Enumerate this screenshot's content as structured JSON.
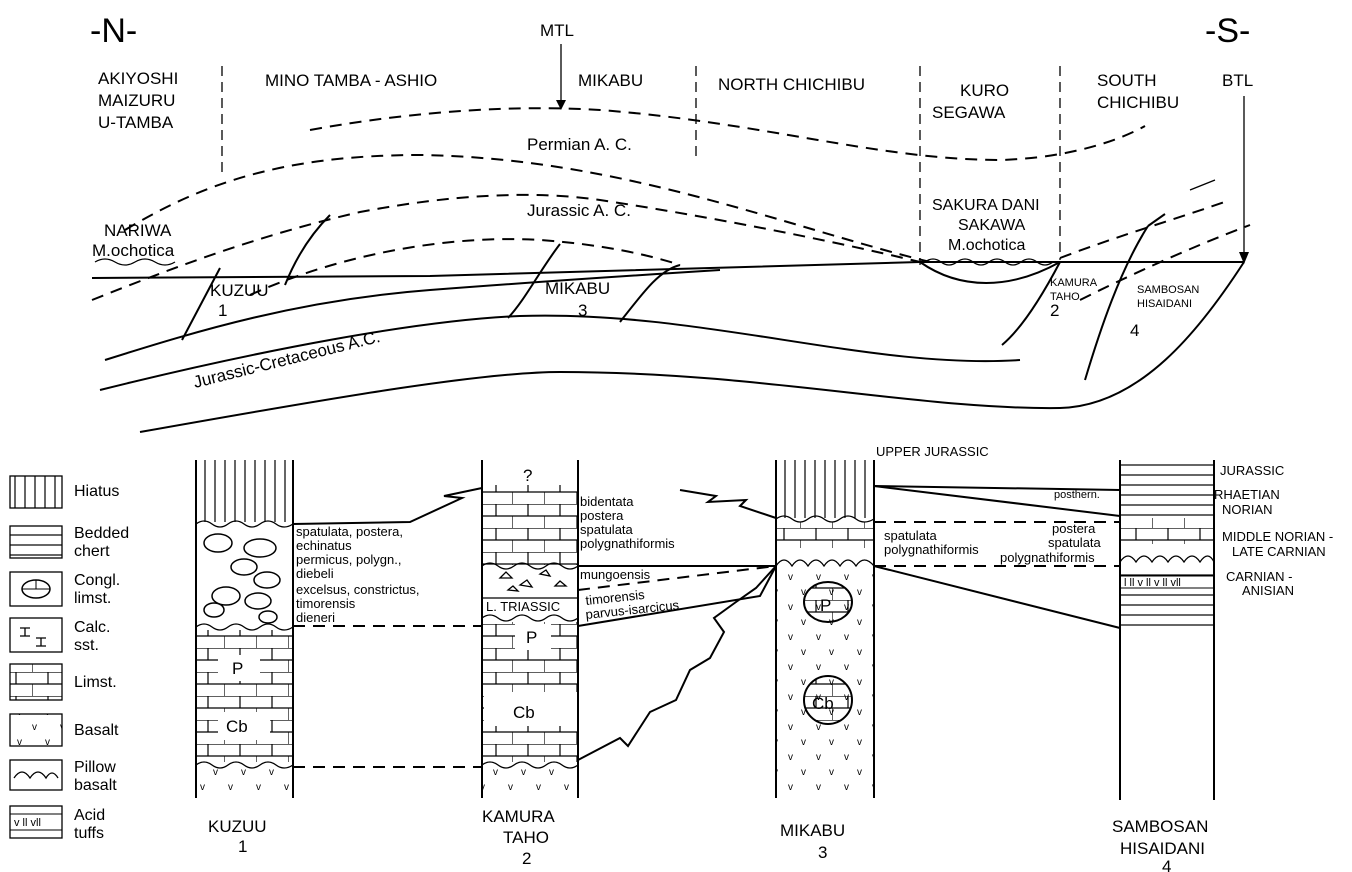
{
  "headers": {
    "north": "-N-",
    "south": "-S-",
    "mtl": "MTL",
    "btl": "BTL"
  },
  "belts": {
    "akiyoshi": [
      "AKIYOSHI",
      "MAIZURU",
      "U-TAMBA"
    ],
    "mino": "MINO TAMBA - ASHIO",
    "mikabu": "MIKABU",
    "north_chichibu": "NORTH CHICHIBU",
    "kuro": [
      "KURO",
      "SEGAWA"
    ],
    "south_chichibu": [
      "SOUTH",
      "CHICHIBU"
    ]
  },
  "section": {
    "permian": "Permian A. C.",
    "jurassic": "Jurassic A. C.",
    "jur_cret": "Jurassic-Cretaceous A.C.",
    "nariwa": [
      "NARIWA",
      "M.ochotica"
    ],
    "sakura": [
      "SAKURA DANI",
      "SAKAWA",
      "M.ochotica"
    ],
    "kuzuu": [
      "KUZUU",
      "1"
    ],
    "mikabu": [
      "MIKABU",
      "3"
    ],
    "kamura": [
      "KAMURA",
      "TAHO",
      "2"
    ],
    "sambosan": [
      "SAMBOSAN",
      "HISAIDANI",
      "4"
    ]
  },
  "legend": [
    {
      "key": "hiatus",
      "label": [
        "Hiatus"
      ]
    },
    {
      "key": "chert",
      "label": [
        "Bedded",
        "chert"
      ]
    },
    {
      "key": "congl",
      "label": [
        "Congl.",
        "limst."
      ]
    },
    {
      "key": "calc",
      "label": [
        "Calc.",
        "sst."
      ]
    },
    {
      "key": "limst",
      "label": [
        "Limst."
      ]
    },
    {
      "key": "basalt",
      "label": [
        "Basalt"
      ]
    },
    {
      "key": "pillow",
      "label": [
        "Pillow",
        "basalt"
      ]
    },
    {
      "key": "tuffs",
      "label": [
        "Acid",
        "tuffs"
      ]
    }
  ],
  "columns": {
    "col1_labels": [
      "P",
      "Cb"
    ],
    "col1_fauna": [
      "spatulata, postera,",
      "echinatus",
      "permicus, polygn.,",
      "diebeli",
      "excelsus, constrictus,",
      "timorensis",
      "dieneri"
    ],
    "col1_name": [
      "KUZUU",
      "1"
    ],
    "col2_top": "?",
    "col2_triassic": "L. TRIASSIC",
    "col2_labels": [
      "P",
      "Cb"
    ],
    "col2_fauna_a": [
      "bidentata",
      "postera",
      "spatulata",
      "polygnathiformis"
    ],
    "col2_fauna_b": "mungoensis",
    "col2_fauna_c": [
      "timorensis",
      "parvus-isarcicus"
    ],
    "col2_name": [
      "KAMURA",
      "TAHO",
      "2"
    ],
    "col3_top": "UPPER JURASSIC",
    "col3_fauna": [
      "spatulata",
      "polygnathiformis"
    ],
    "col3_labels": [
      "P",
      "Cb"
    ],
    "col3_name": [
      "MIKABU",
      "3"
    ],
    "col4_fauna_a": "posthern.",
    "col4_fauna_b": [
      "postera",
      "spatulata",
      "polygnathiformis"
    ],
    "col4_ages": [
      "JURASSIC",
      "RHAETIAN",
      "NORIAN",
      "MIDDLE NORIAN -",
      "LATE CARNIAN",
      "CARNIAN -",
      "ANISIAN"
    ],
    "col4_name": [
      "SAMBOSAN",
      "HISAIDANI",
      "4"
    ]
  }
}
